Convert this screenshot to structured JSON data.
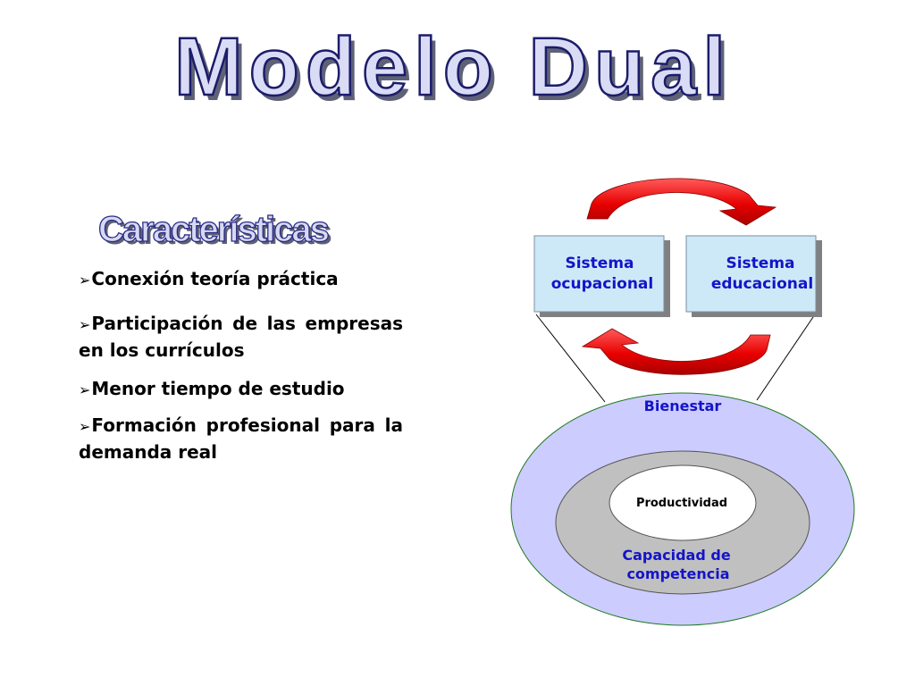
{
  "title": "Modelo Dual",
  "subtitle": "Características",
  "bullets": [
    "Conexión  teoría práctica",
    "Participación de las empresas en los currículos",
    "Menor  tiempo de estudio",
    "Formación profesional para la demanda real"
  ],
  "bullet_marker": "➢",
  "diagram": {
    "left_box": [
      "Sistema",
      "ocupacional"
    ],
    "right_box": [
      "Sistema",
      "educacional"
    ],
    "outer_ring": "Bienestar",
    "middle_ring": [
      "Capacidad de",
      "competencia"
    ],
    "core": "Productividad"
  },
  "colors": {
    "title_fill": "#d9dcf4",
    "title_outline": "#1c1c6a",
    "box_fill": "#cde9f7",
    "label_blue": "#1414c8",
    "outer_ring": "#ccccff",
    "middle_ring": "#c0c0c0",
    "arrow_red": "#e80000"
  }
}
